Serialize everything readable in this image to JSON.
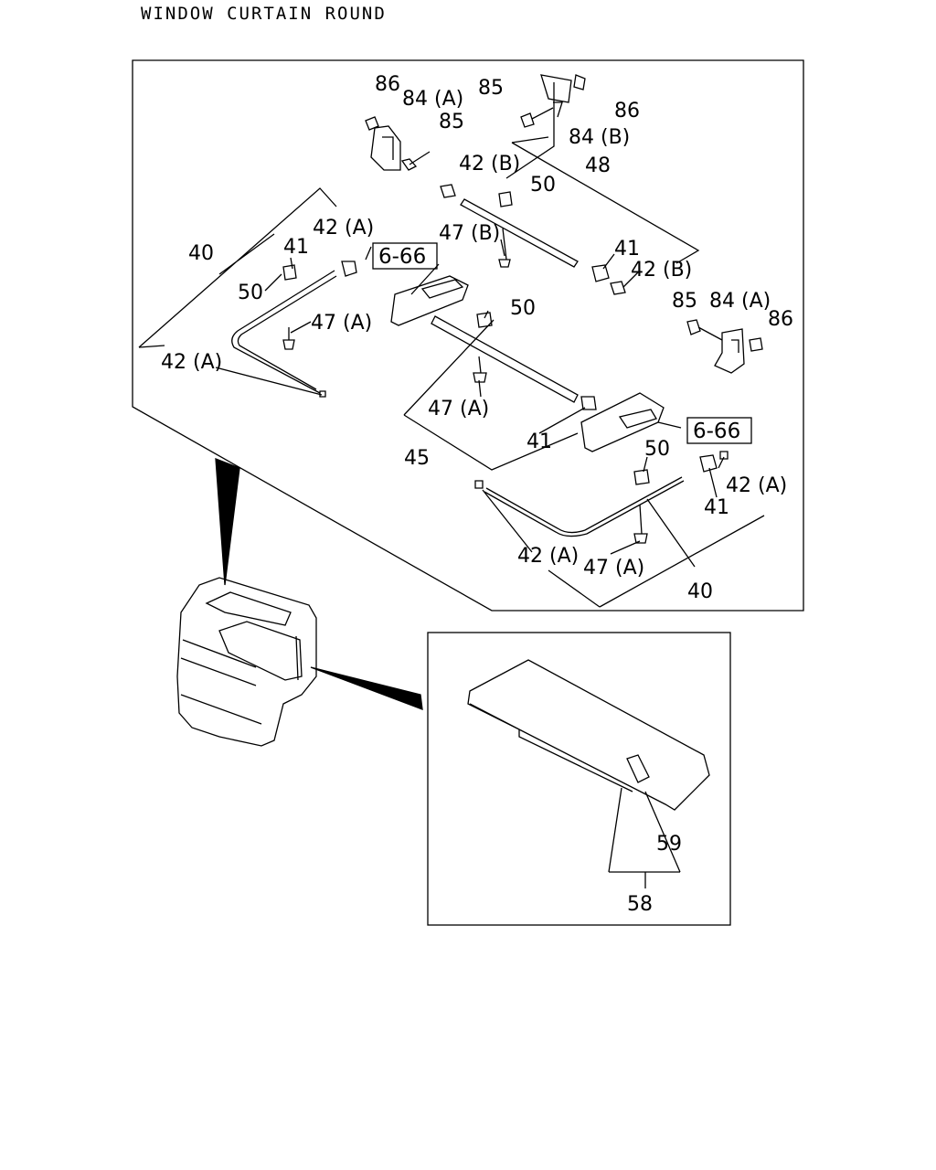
{
  "title": "WINDOW CURTAIN ROUND",
  "callouts": {
    "c86a": "86",
    "c84a1": "84 (A)",
    "c85a": "85",
    "c85b": "85",
    "c86b": "86",
    "c84b": "84 (B)",
    "c42b1": "42 (B)",
    "c48": "48",
    "c50a": "50",
    "c42a1": "42 (A)",
    "c40a": "40",
    "c41a": "41",
    "c50b": "50",
    "c47a1": "47 (A)",
    "c42a2": "42 (A)",
    "c47b": "47 (B)",
    "c41b": "41",
    "c42b2": "42 (B)",
    "c85c": "85",
    "c84a2": "84 (A)",
    "c86c": "86",
    "c50c": "50",
    "c47a2": "47 (A)",
    "c45": "45",
    "c41c": "41",
    "c50d": "50",
    "c42a3": "42 (A)",
    "c41d": "41",
    "c42a4": "42 (A)",
    "c47a3": "47 (A)",
    "c40b": "40",
    "c59": "59",
    "c58": "58"
  },
  "refs": {
    "r1": "6-66",
    "r2": "6-66"
  }
}
